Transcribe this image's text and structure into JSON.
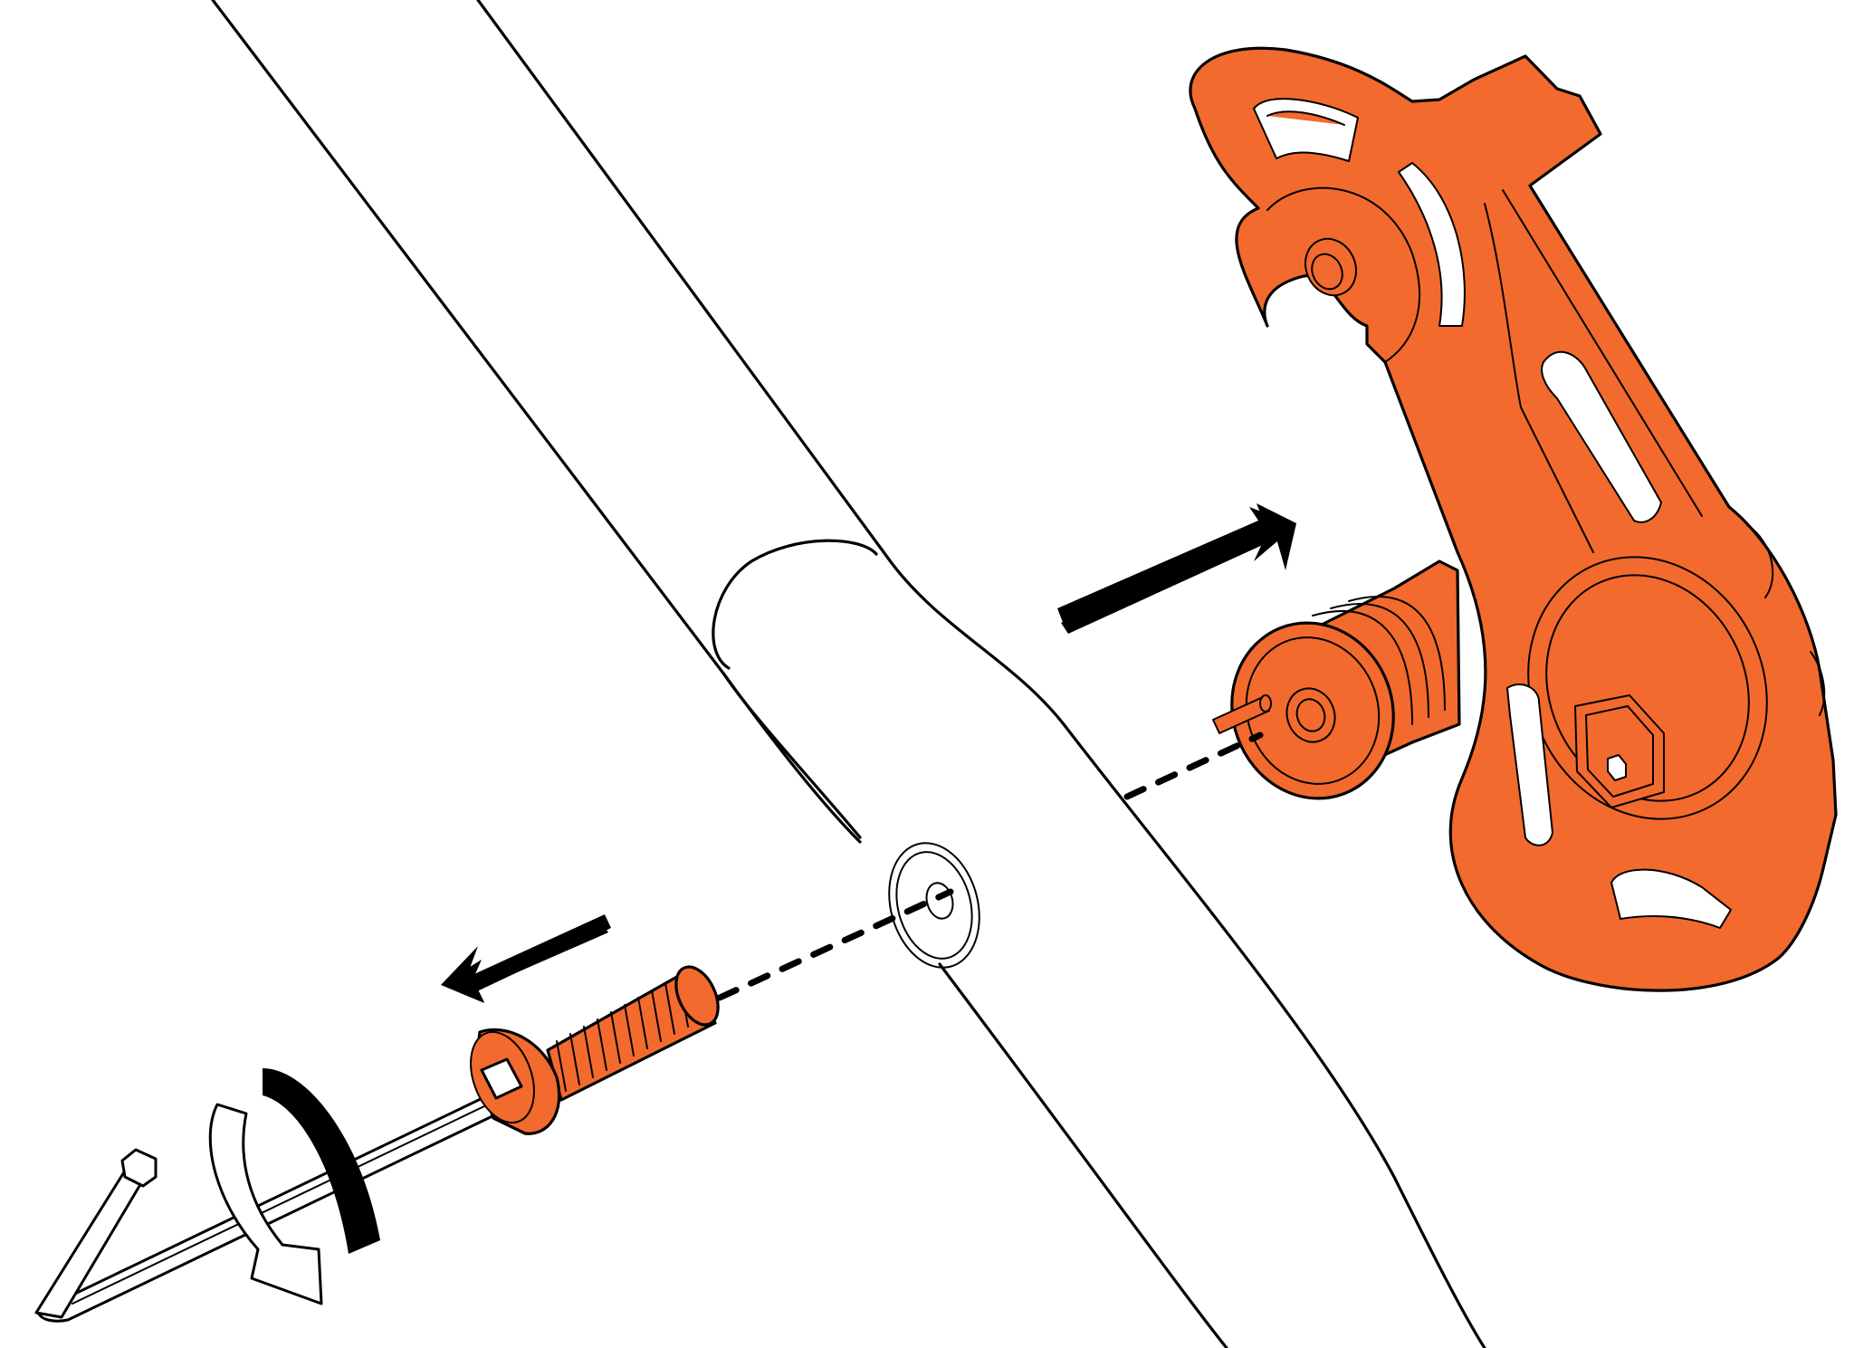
{
  "colors": {
    "part_accent": "#F26A2E",
    "line": "#000000",
    "background": "#FFFFFF"
  },
  "parts": [
    {
      "name": "frame-tube"
    },
    {
      "name": "derailleur-hanger"
    },
    {
      "name": "hanger-insert"
    },
    {
      "name": "washer-ring"
    },
    {
      "name": "bolt"
    },
    {
      "name": "hex-key"
    }
  ],
  "arrows": [
    {
      "name": "hanger-direction-arrow",
      "direction": "up-right"
    },
    {
      "name": "bolt-direction-arrow",
      "direction": "left"
    },
    {
      "name": "rotate-arrow",
      "direction": "counterclockwise"
    }
  ]
}
